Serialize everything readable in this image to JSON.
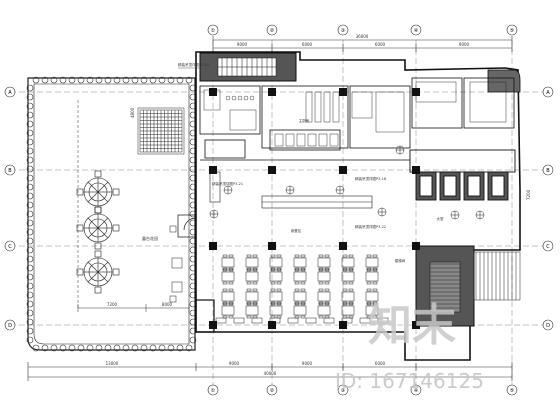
{
  "grid": {
    "col_labels": [
      "①",
      "②",
      "③",
      "④",
      "⑤"
    ],
    "row_labels": [
      "A",
      "B",
      "C",
      "D"
    ],
    "top_dims": [
      "9000",
      "6000",
      "6000",
      "9000"
    ],
    "top_total": "36000",
    "bottom_dims": [
      "13000",
      "9000",
      "9000",
      "6000"
    ],
    "bottom_total": "40000"
  },
  "annotations": {
    "callouts": [
      "精装吊顶详图P3-25",
      "精装吊顶详图P3-21",
      "精装吊顶详图P3-18",
      "精装吊顶详图P3-22"
    ],
    "side_dims": [
      "4800",
      "7200"
    ],
    "terrace_dims": [
      "7200",
      "8000"
    ],
    "area_labels": [
      "露台花园",
      "主厨房",
      "用餐区",
      "大堂",
      "楼梯间"
    ]
  },
  "watermark": {
    "brand": "知末",
    "id_text": "ID: 167146125"
  },
  "colors": {
    "line": "#1a1a1a",
    "hatch": "#444444",
    "grid_line": "#555555",
    "watermark": "#c8c8c8"
  }
}
